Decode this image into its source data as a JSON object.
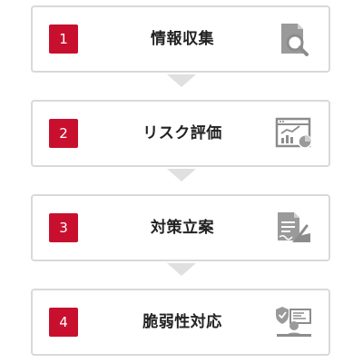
{
  "steps": [
    {
      "number": "1",
      "label": "情報収集",
      "icon": "document-search-icon"
    },
    {
      "number": "2",
      "label": "リスク評価",
      "icon": "analytics-chart-icon"
    },
    {
      "number": "3",
      "label": "対策立案",
      "icon": "document-signing-icon"
    },
    {
      "number": "4",
      "label": "脆弱性対応",
      "icon": "security-operator-icon"
    }
  ],
  "colors": {
    "badge": "#c8102e",
    "border": "#d9d9d9",
    "arrow": "#e0e0e0",
    "icon": "#8c8c8c"
  }
}
